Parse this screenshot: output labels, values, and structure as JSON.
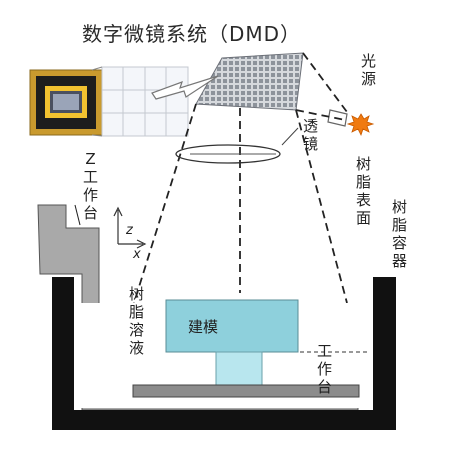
{
  "title": "数字微镜系统（DMD）",
  "labels": {
    "light_source": "光源",
    "lens": "透镜",
    "z_platform": "Z工作台",
    "resin_surface": "树脂表面",
    "resin_container": "树脂容器",
    "resin_liquid": "树脂溶液",
    "model": "建模",
    "work_table": "工作台",
    "axis_z": "z",
    "axis_x": "x"
  },
  "colors": {
    "container": "#111111",
    "platform": "#a9a9a9",
    "model": "#8ed0dc",
    "model_post": "#b8e6ee",
    "base_plate": "#8c8c8c",
    "source": "#f07a10"
  },
  "icons": [
    "dmd-chip-icon",
    "mirror-grid-icon",
    "light-source-icon",
    "lens-icon",
    "arrow-icon"
  ]
}
